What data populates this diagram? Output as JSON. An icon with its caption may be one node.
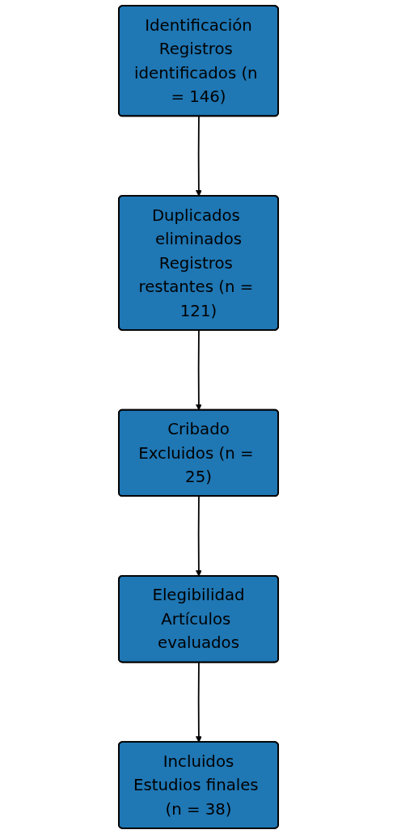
{
  "diagram": {
    "nodes": [
      {
        "text": [
          "Identificación",
          "Registros identificados (n = 146)"
        ]
      },
      {
        "text": [
          "Duplicados eliminados",
          "Registros restantes (n = 121)"
        ]
      },
      {
        "text": [
          "Cribado",
          "Excluidos (n = 25)"
        ]
      },
      {
        "text": [
          "Elegibilidad",
          "Artículos evaluados"
        ]
      },
      {
        "text": [
          "Incluidos",
          "Estudios finales (n = 38)"
        ]
      }
    ],
    "edges": [
      {
        "from": 0,
        "to": 1,
        "arrow": "to"
      },
      {
        "from": 1,
        "to": 2,
        "arrow": "to"
      },
      {
        "from": 2,
        "to": 3,
        "arrow": "to"
      },
      {
        "from": 3,
        "to": 4,
        "arrow": "to"
      }
    ]
  }
}
